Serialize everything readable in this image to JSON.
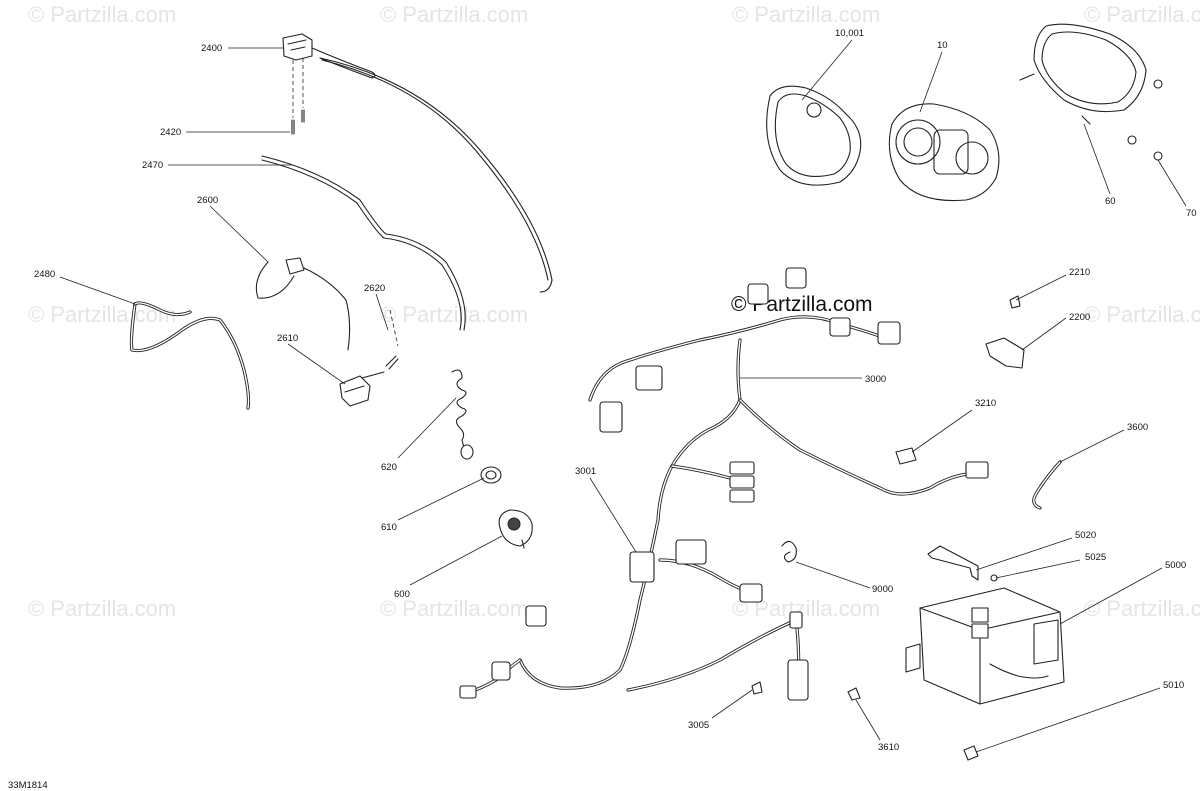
{
  "watermark": "© Partzilla.com",
  "watermark_main": "© Partzilla.com",
  "diagram_code": "33M1814",
  "labels": {
    "l2400": "2400",
    "l2420": "2420",
    "l2470": "2470",
    "l2600": "2600",
    "l2480": "2480",
    "l2620": "2620",
    "l2610": "2610",
    "l620": "620",
    "l610": "610",
    "l600": "600",
    "l3001": "3001",
    "l3005": "3005",
    "l3000": "3000",
    "l9000": "9000",
    "l3610": "3610",
    "l10001": "10,001",
    "l10": "10",
    "l60": "60",
    "l70": "70",
    "l2210": "2210",
    "l2200": "2200",
    "l3210": "3210",
    "l3600": "3600",
    "l5020": "5020",
    "l5025": "5025",
    "l5000": "5000",
    "l5010": "5010"
  }
}
